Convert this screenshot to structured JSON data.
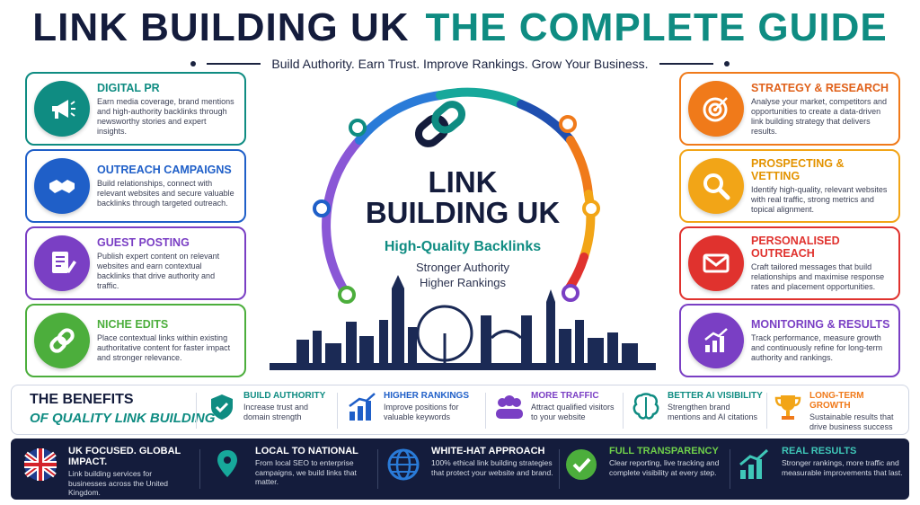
{
  "header": {
    "title_part1": "LINK BUILDING UK",
    "title_part2": "THE COMPLETE GUIDE",
    "tagline": "Build Authority. Earn Trust. Improve Rankings. Grow Your Business."
  },
  "center": {
    "line1": "LINK",
    "line2": "BUILDING UK",
    "subtitle": "High-Quality Backlinks",
    "point1": "Stronger Authority",
    "point2": "Higher Rankings"
  },
  "left_cards": [
    {
      "title": "DIGITAL PR",
      "desc": "Earn media coverage, brand mentions and high-authority backlinks through newsworthy stories and expert insights.",
      "icon": "megaphone-icon",
      "color": "#0f8c82"
    },
    {
      "title": "OUTREACH CAMPAIGNS",
      "desc": "Build relationships, connect with relevant websites and secure valuable backlinks through targeted outreach.",
      "icon": "handshake-icon",
      "color": "#1f5fc8"
    },
    {
      "title": "GUEST POSTING",
      "desc": "Publish expert content on relevant websites and earn contextual backlinks that drive authority and traffic.",
      "icon": "document-pen-icon",
      "color": "#7a3fc4"
    },
    {
      "title": "NICHE EDITS",
      "desc": "Place contextual links within existing authoritative content for faster impact and stronger relevance.",
      "icon": "link-icon",
      "color": "#4cae3c"
    }
  ],
  "right_cards": [
    {
      "title": "STRATEGY & RESEARCH",
      "desc": "Analyse your market, competitors and opportunities to create a data-driven link building strategy that delivers results.",
      "icon": "target-icon",
      "color": "#f07a1a"
    },
    {
      "title": "PROSPECTING & VETTING",
      "desc": "Identify high-quality, relevant websites with real traffic, strong metrics and topical alignment.",
      "icon": "magnifier-icon",
      "color": "#f2a517"
    },
    {
      "title": "PERSONALISED OUTREACH",
      "desc": "Craft tailored messages that build relationships and maximise response rates and placement opportunities.",
      "icon": "envelope-icon",
      "color": "#e0322e"
    },
    {
      "title": "MONITORING & RESULTS",
      "desc": "Track performance, measure growth and continuously refine for long-term authority and rankings.",
      "icon": "growth-chart-icon",
      "color": "#7a3fc4"
    }
  ],
  "benefits": {
    "title1": "THE BENEFITS",
    "title2": "OF QUALITY LINK BUILDING",
    "items": [
      {
        "title": "BUILD AUTHORITY",
        "desc": "Increase trust and domain strength",
        "color": "#0f8c82",
        "icon": "shield-check-icon"
      },
      {
        "title": "HIGHER RANKINGS",
        "desc": "Improve positions for valuable keywords",
        "color": "#1f5fc8",
        "icon": "bar-chart-icon"
      },
      {
        "title": "MORE TRAFFIC",
        "desc": "Attract qualified visitors to your website",
        "color": "#7a3fc4",
        "icon": "people-icon"
      },
      {
        "title": "BETTER AI VISIBILITY",
        "desc": "Strengthen brand mentions and AI citations",
        "color": "#0f8c82",
        "icon": "brain-icon"
      },
      {
        "title": "LONG-TERM GROWTH",
        "desc": "Sustainable results that drive business success",
        "color": "#f07a1a",
        "icon": "trophy-icon"
      }
    ]
  },
  "footer": [
    {
      "title": "UK FOCUSED. GLOBAL IMPACT.",
      "desc": "Link building services for businesses across the United Kingdom.",
      "color": "#ffffff",
      "icon": "uk-flag-icon"
    },
    {
      "title": "LOCAL TO NATIONAL",
      "desc": "From local SEO to enterprise campaigns, we build links that matter.",
      "color": "#ffffff",
      "icon": "map-pin-icon"
    },
    {
      "title": "WHITE-HAT APPROACH",
      "desc": "100% ethical link building strategies that protect your website and brand.",
      "color": "#ffffff",
      "icon": "globe-icon"
    },
    {
      "title": "FULL TRANSPARENCY",
      "desc": "Clear reporting, live tracking and complete visibility at every step.",
      "color": "#6fd04a",
      "icon": "checkmark-icon"
    },
    {
      "title": "REAL RESULTS",
      "desc": "Stronger rankings, more traffic and measurable improvements that last.",
      "color": "#3fc7b8",
      "icon": "results-chart-icon"
    }
  ]
}
